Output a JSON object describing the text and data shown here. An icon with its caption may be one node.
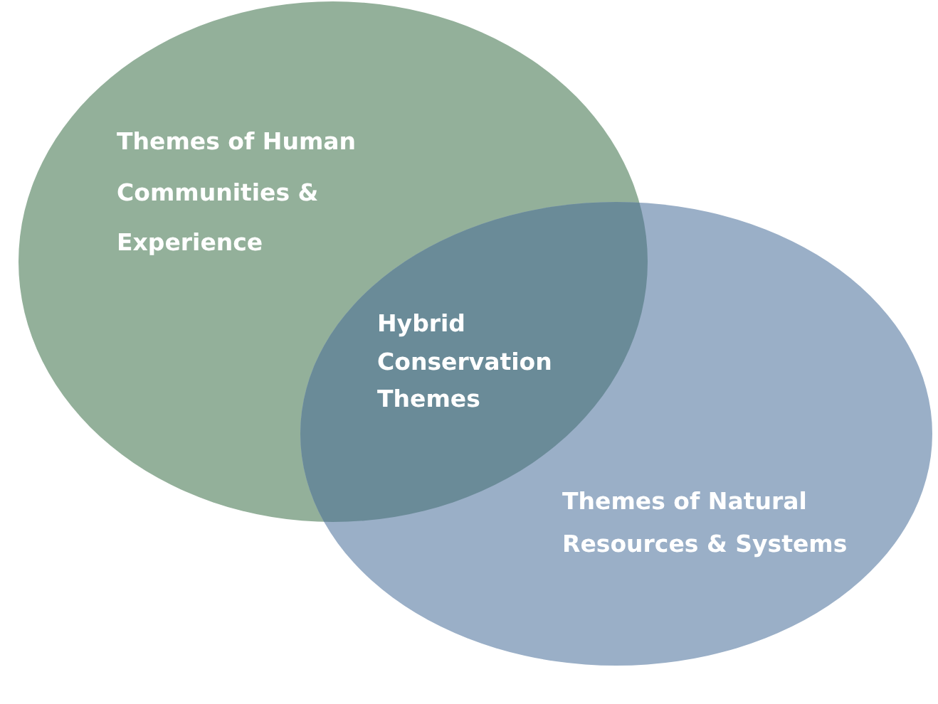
{
  "diagram": {
    "nodes": [
      {
        "text": [
          "Themes of Human Communities & Experience"
        ]
      },
      {
        "text": [
          "Hybrid Conservation Themes"
        ]
      },
      {
        "text": [
          "Themes of Natural Resources & Systems"
        ]
      }
    ]
  }
}
